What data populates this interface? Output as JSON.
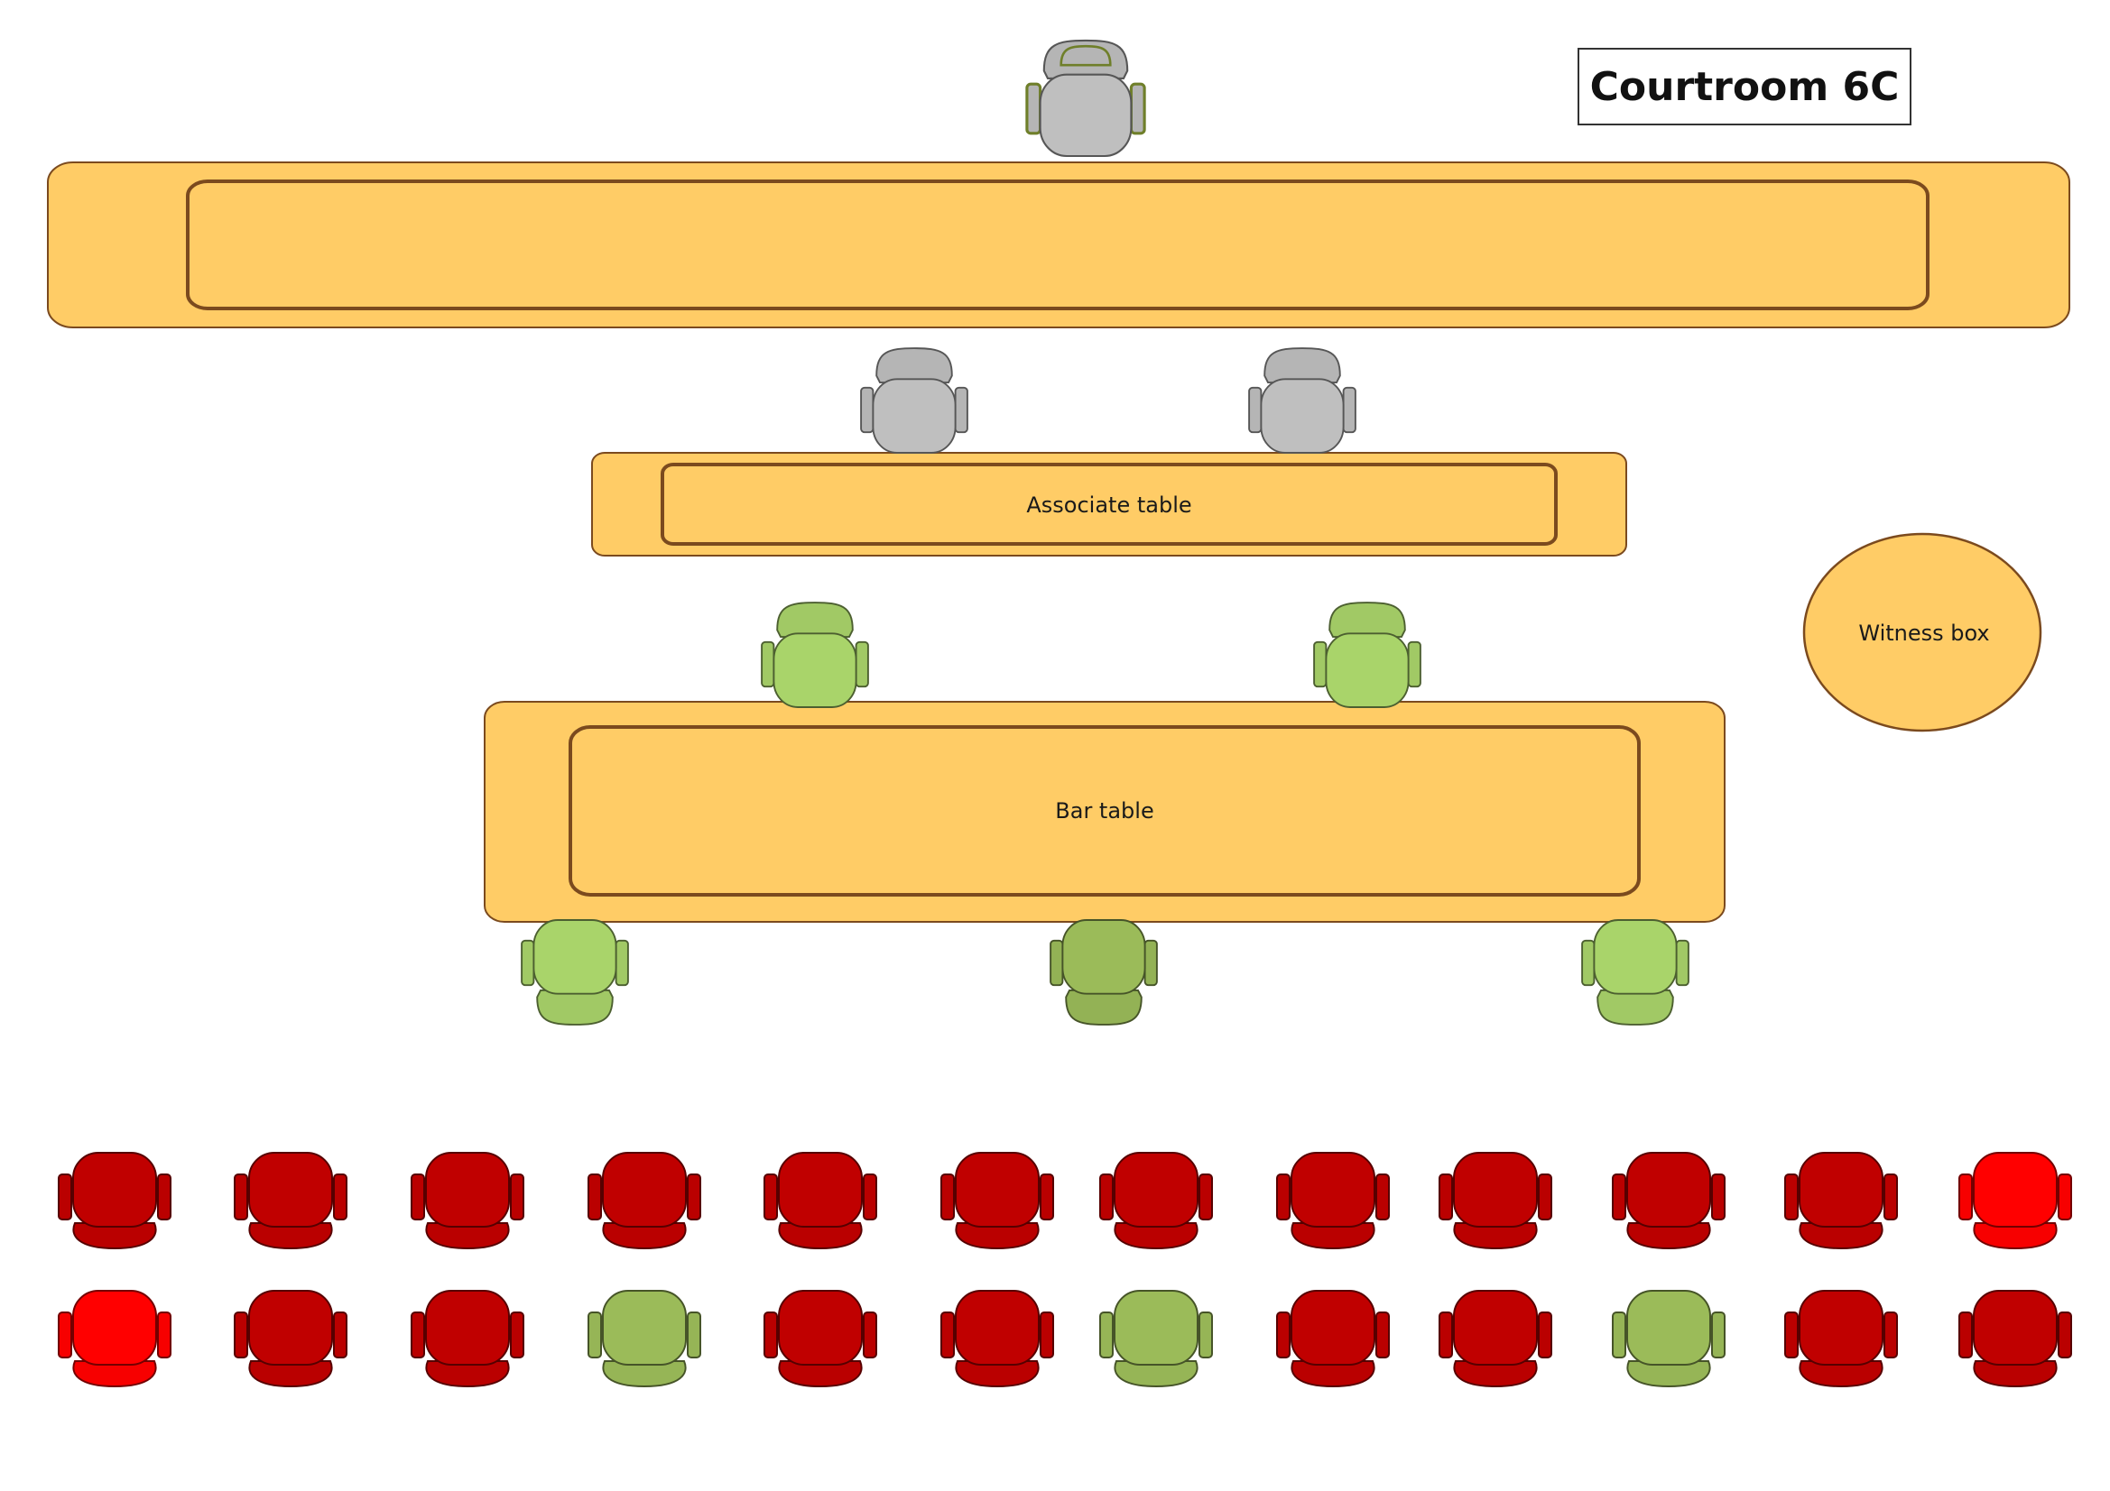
{
  "title": "Courtroom 6C",
  "labels": {
    "associate_table": "Associate table",
    "bar_table": "Bar table",
    "witness_box": "Witness box"
  },
  "colors": {
    "table_fill": "#FFCC66",
    "table_outline": "#7B4A1E",
    "chair_grey": "#BFBFBF",
    "chair_green_light": "#A9D46A",
    "chair_green_dark": "#9BBB59",
    "chair_red_dark": "#C00000",
    "chair_red_bright": "#FF0000"
  },
  "chairs": {
    "judge": [
      {
        "color": "grey",
        "facing": "down",
        "highlight": "olive"
      }
    ],
    "associates": [
      {
        "color": "grey",
        "facing": "down"
      },
      {
        "color": "grey",
        "facing": "down"
      }
    ],
    "bar_front": [
      {
        "color": "green_light",
        "facing": "down"
      },
      {
        "color": "green_light",
        "facing": "down"
      }
    ],
    "bar_back": [
      {
        "color": "green_light",
        "facing": "up"
      },
      {
        "color": "green_dark",
        "facing": "up"
      },
      {
        "color": "green_light",
        "facing": "up"
      }
    ],
    "gallery_row1": [
      "red_dark",
      "red_dark",
      "red_dark",
      "red_dark",
      "red_dark",
      "red_dark",
      "red_dark",
      "red_dark",
      "red_dark",
      "red_dark",
      "red_dark",
      "red_bright"
    ],
    "gallery_row2": [
      "red_bright",
      "red_dark",
      "red_dark",
      "green_dark",
      "red_dark",
      "red_dark",
      "green_dark",
      "red_dark",
      "red_dark",
      "green_dark",
      "red_dark",
      "red_dark"
    ]
  }
}
